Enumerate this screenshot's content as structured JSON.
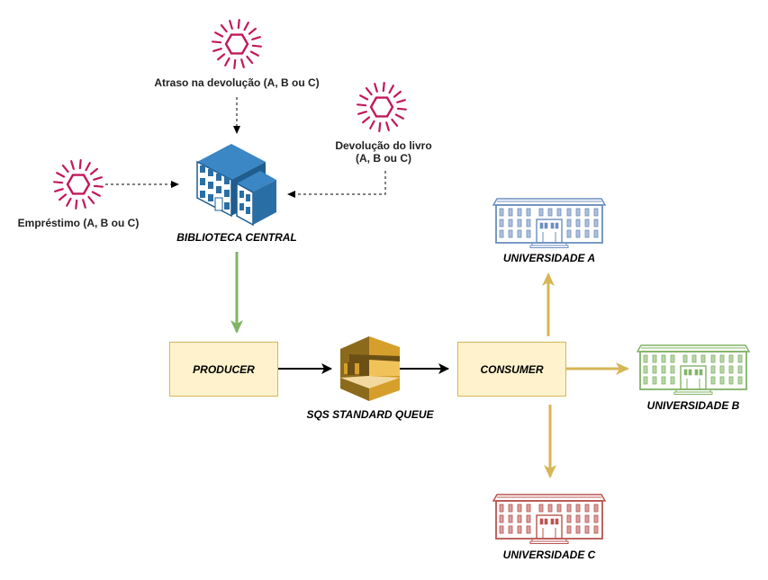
{
  "events": {
    "atraso": "Atraso na devolução (A, B ou C)",
    "devolucao_line1": "Devolução do livro",
    "devolucao_line2": "(A, B ou C)",
    "emprestimo": "Empréstimo (A, B ou C)"
  },
  "nodes": {
    "biblioteca": "BIBLIOTECA CENTRAL",
    "producer": "PRODUCER",
    "queue": "SQS STANDARD QUEUE",
    "consumer": "CONSUMER",
    "univ_a": "UNIVERSIDADE A",
    "univ_b": "UNIVERSIDADE B",
    "univ_c": "UNIVERSIDADE C"
  },
  "colors": {
    "event_icon": "#c2185b",
    "building_blue": "#2a6ea6",
    "green_arrow": "#82b366",
    "yellow_arrow": "#d6b656",
    "univ_a": "#6c8ebf",
    "univ_b": "#82b366",
    "univ_c": "#b85450",
    "sqs": "#d69f2b"
  }
}
